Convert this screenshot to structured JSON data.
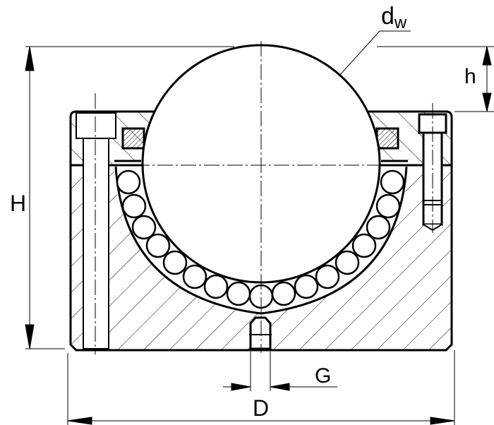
{
  "figure": {
    "subject": "Ball transfer unit cross-section",
    "line_color": "#000000",
    "background": "#ffffff"
  },
  "labels": {
    "ball_diameter": "d",
    "ball_diameter_sub": "w",
    "ball_protrusion": "h",
    "overall_height": "H",
    "drain_thread": "G",
    "outer_diameter": "D"
  }
}
